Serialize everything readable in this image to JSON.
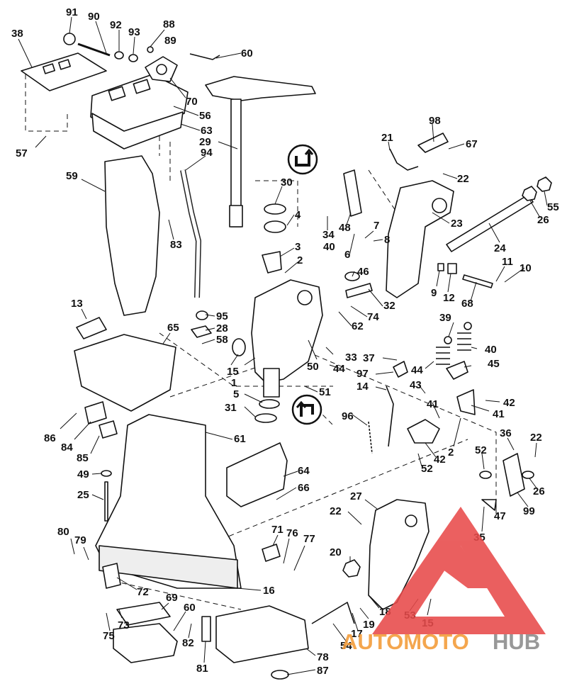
{
  "diagram": {
    "callouts": [
      "91",
      "90",
      "92",
      "93",
      "88",
      "89",
      "60",
      "38",
      "70",
      "56",
      "63",
      "29",
      "57",
      "94",
      "59",
      "30",
      "4",
      "83",
      "3",
      "2",
      "34",
      "48",
      "7",
      "8",
      "6",
      "13",
      "95",
      "28",
      "58",
      "65",
      "15",
      "1",
      "33",
      "44",
      "37",
      "97",
      "50",
      "5",
      "51",
      "31",
      "14",
      "96",
      "86",
      "84",
      "85",
      "61",
      "49",
      "25",
      "64",
      "66",
      "80",
      "79",
      "71",
      "76",
      "77",
      "72",
      "69",
      "60",
      "73",
      "75",
      "82",
      "81",
      "78",
      "87",
      "16",
      "98",
      "67",
      "21",
      "22",
      "23",
      "55",
      "26",
      "24",
      "11",
      "10",
      "9",
      "12",
      "68",
      "32",
      "74",
      "62",
      "39",
      "40",
      "45",
      "43",
      "41",
      "42",
      "52",
      "36",
      "22",
      "99",
      "47",
      "35",
      "27",
      "22",
      "26",
      "20",
      "18",
      "19",
      "17",
      "54",
      "53",
      "15",
      "46",
      "2",
      "40",
      "44",
      "41",
      "42",
      "52"
    ],
    "watermark": {
      "text_orange": "AUTOMOTO",
      "text_gray": "HUB",
      "color_orange": "#f39a36",
      "color_gray": "#8a8a8a",
      "color_triangle": "#e84a4a"
    }
  }
}
